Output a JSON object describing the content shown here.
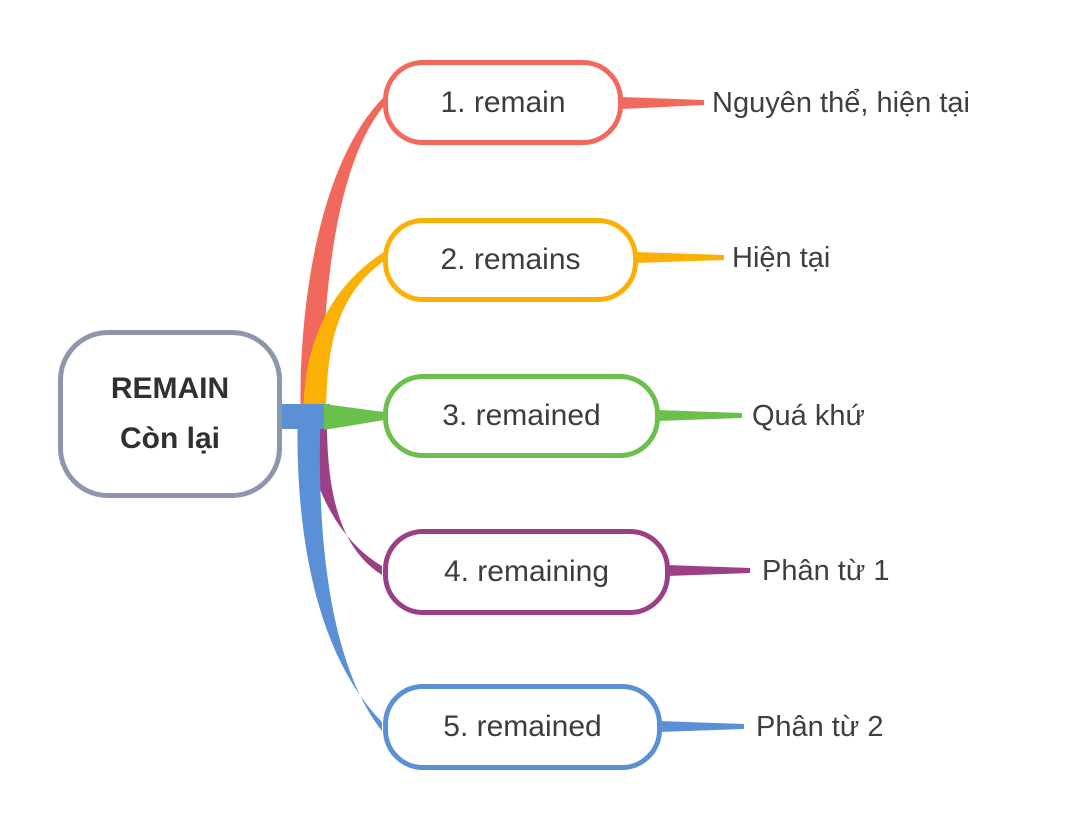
{
  "diagram": {
    "title": "REMAIN verb forms mind map",
    "root": {
      "title": "REMAIN",
      "subtitle": "Còn lại",
      "border_color": "#8c96ac"
    },
    "nodes": [
      {
        "label": "1. remain",
        "meaning": "Nguyên thể, hiện tại",
        "color": "#f1695c"
      },
      {
        "label": "2. remains",
        "meaning": "Hiện tại",
        "color": "#fbb005"
      },
      {
        "label": "3. remained",
        "meaning": "Quá khứ",
        "color": "#6bbf4c"
      },
      {
        "label": "4. remaining",
        "meaning": "Phân từ 1",
        "color": "#9c4086"
      },
      {
        "label": "5. remained",
        "meaning": "Phân từ 2",
        "color": "#5b8fd6"
      }
    ],
    "colors": {
      "background": "#ffffff",
      "node_text": "#3d3d3d",
      "meaning_text": "#3f3f3f"
    }
  }
}
